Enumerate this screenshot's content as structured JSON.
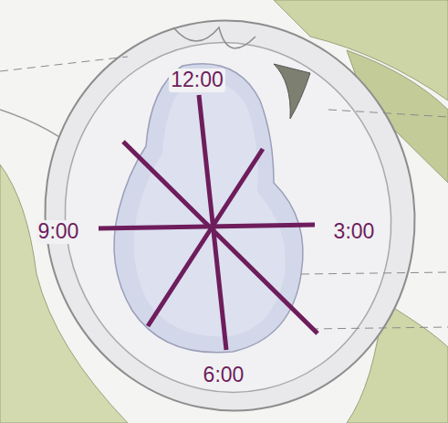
{
  "diagram": {
    "labels": [
      "12:00",
      "9:00",
      "3:00",
      "6:00"
    ]
  }
}
